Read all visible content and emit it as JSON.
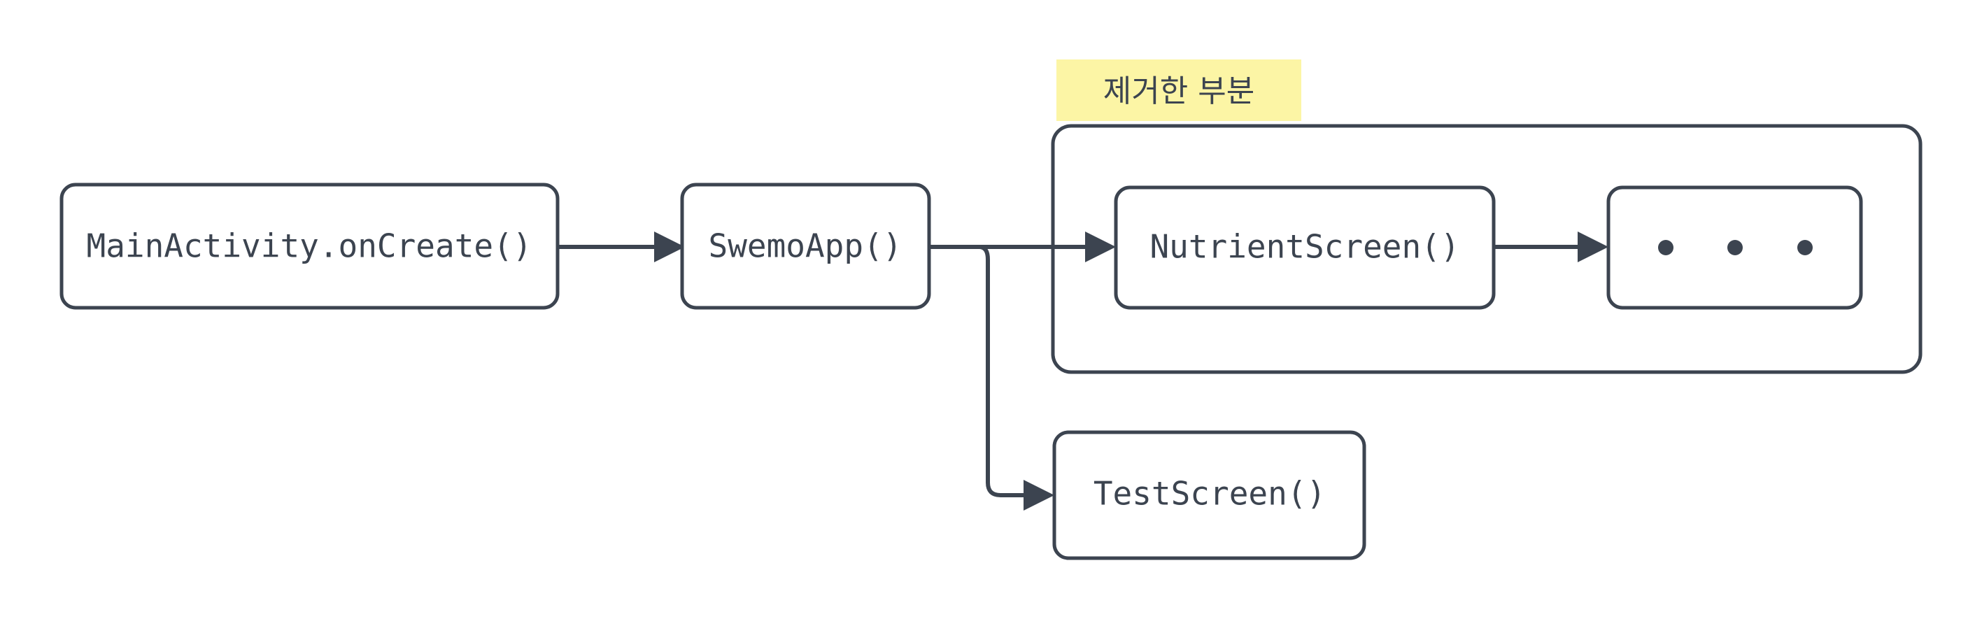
{
  "diagram": {
    "type": "flowchart",
    "direction": "left-to-right",
    "background_color": "#ffffff",
    "stroke_color": "#3c4450",
    "highlight_color": "#fcf5a5",
    "nodes": {
      "main_activity": {
        "label": "MainActivity.onCreate()"
      },
      "swemo_app": {
        "label": "SwemoApp()"
      },
      "nutrient_screen": {
        "label": "NutrientScreen()"
      },
      "ellipsis": {
        "label": "",
        "dots": 3
      },
      "test_screen": {
        "label": "TestScreen()"
      }
    },
    "group": {
      "tag_label": "제거한 부분"
    },
    "edges": [
      {
        "from": "MainActivity.onCreate()",
        "to": "SwemoApp()"
      },
      {
        "from": "SwemoApp()",
        "to": "NutrientScreen()"
      },
      {
        "from": "NutrientScreen()",
        "to": "..."
      },
      {
        "from": "SwemoApp()",
        "to": "TestScreen()"
      }
    ]
  }
}
